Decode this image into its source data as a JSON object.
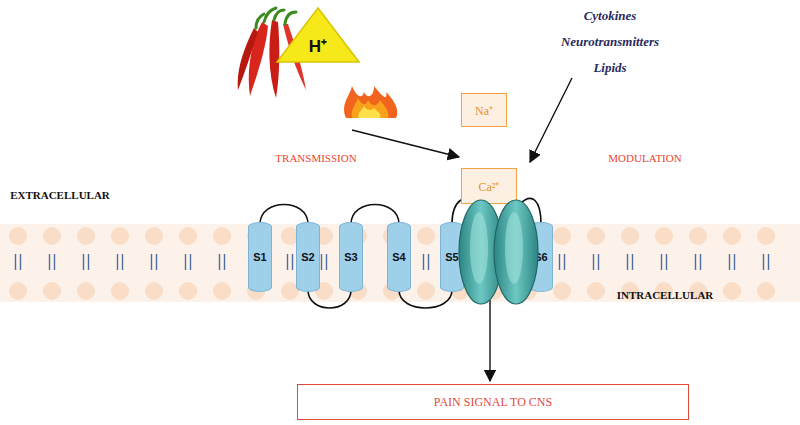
{
  "diagram": {
    "nodes": [
      {
        "text": [
          "H⁺"
        ]
      },
      {
        "text": [
          "Na⁺"
        ]
      },
      {
        "text": [
          "Ca²⁺"
        ]
      },
      {
        "text": [
          "S1"
        ]
      },
      {
        "text": [
          "S2"
        ]
      },
      {
        "text": [
          "S3"
        ]
      },
      {
        "text": [
          "S4"
        ]
      },
      {
        "text": [
          "S5"
        ]
      },
      {
        "text": [
          "S6"
        ]
      },
      {
        "text": [
          "PAIN SIGNAL TO CNS"
        ]
      }
    ],
    "labels": [
      "Cytokines",
      "Neurotransmitters",
      "Lipids",
      "TRANSMISSION",
      "MODULATION",
      "EXTRACELLULAR",
      "INTRACELLULAR"
    ]
  }
}
